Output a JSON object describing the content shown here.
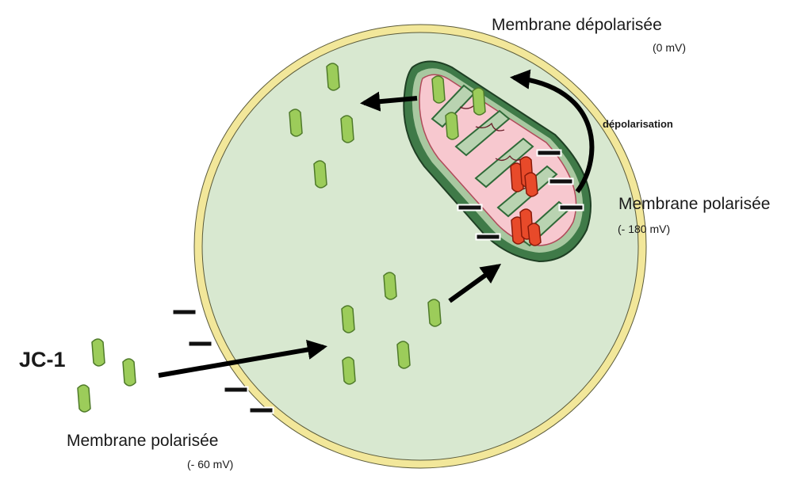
{
  "labels": {
    "top_membrane": "Membrane dépolarisée",
    "top_potential": "(0 mV)",
    "depolarisation": "dépolarisation",
    "mito_membrane": "Membrane polarisée",
    "mito_potential": "(- 180 mV)",
    "dye": "JC-1",
    "cell_membrane": "Membrane polarisée",
    "cell_potential": "(- 60 mV)"
  },
  "colors": {
    "cell_fill": "#d8e8d0",
    "cell_border": "#f2e79a",
    "mito_outer": "#3f7a48",
    "mito_inner": "#f7c8cf",
    "monomer": "#9ccc5a",
    "aggregate": "#e84a2a",
    "charge": "#111111"
  }
}
